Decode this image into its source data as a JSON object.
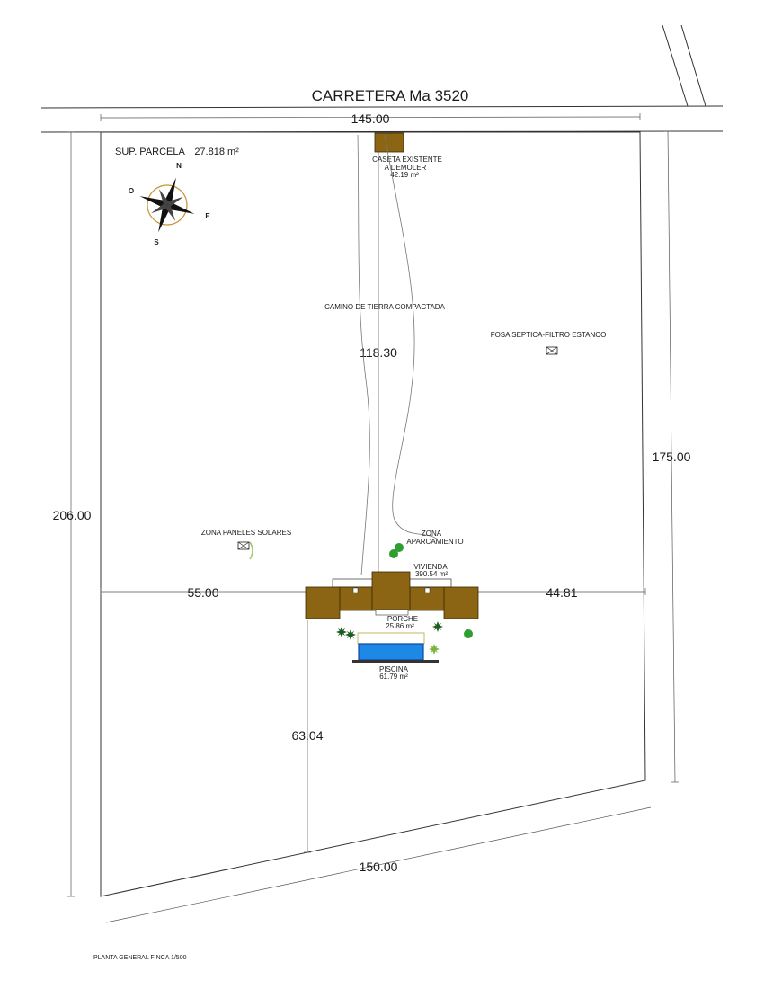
{
  "road": {
    "title": "CARRETERA Ma 3520"
  },
  "plot": {
    "surface_label": "SUP. PARCELA",
    "surface_value": "27.818 m²"
  },
  "compass": {
    "n": "N",
    "e": "E",
    "s": "S",
    "o": "O"
  },
  "dimensions": {
    "top": "145.00",
    "left": "206.00",
    "right": "175.00",
    "bottom": "150.00",
    "path_length": "118.30",
    "house_to_left": "55.00",
    "house_to_right": "44.81",
    "house_to_bottom": "63.04"
  },
  "labels": {
    "caseta_1": "CASETA EXISTENTE",
    "caseta_2": "A DEMOLER",
    "caseta_area": "42.19 m²",
    "camino": "CAMINO DE  TIERRA COMPACTADA",
    "fosa": "FOSA SEPTICA-FILTRO ESTANCO",
    "paneles": "ZONA PANELES SOLARES",
    "zona_1": "ZONA",
    "zona_2": "APARCAMIENTO",
    "vivienda": "VIVIENDA",
    "vivienda_area": "390.54 m²",
    "porche": "PORCHE",
    "porche_area": "25.86 m²",
    "piscina": "PISCINA",
    "piscina_area": "61.79 m²"
  },
  "footer": {
    "caption": "PLANTA GENERAL FINCA 1/500"
  },
  "colors": {
    "building": "#8b6514",
    "pool": "#1e88e5",
    "tree_dark": "#1b5e20",
    "tree_light": "#2e9e2e",
    "compass_ring": "#c8963c"
  }
}
